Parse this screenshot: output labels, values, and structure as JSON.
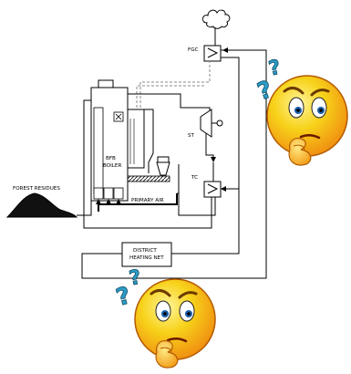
{
  "diagram": {
    "labels": {
      "fgc": "FGC",
      "st": "ST",
      "tc": "TC",
      "boiler_line1": "BFB",
      "boiler_line2": "BOILER",
      "primary_air": "PRIMARY AIR",
      "forest_residues": "FOREST RESIDUES",
      "district_line1": "DISTRICT",
      "district_line2": "HEATING NET"
    },
    "question_marks": [
      "?",
      "?",
      "?",
      "?"
    ]
  },
  "colors": {
    "face_yellow": "#f7d21a",
    "face_orange": "#f08a10",
    "question_blue": "#2c9cc6",
    "line": "#000000"
  }
}
